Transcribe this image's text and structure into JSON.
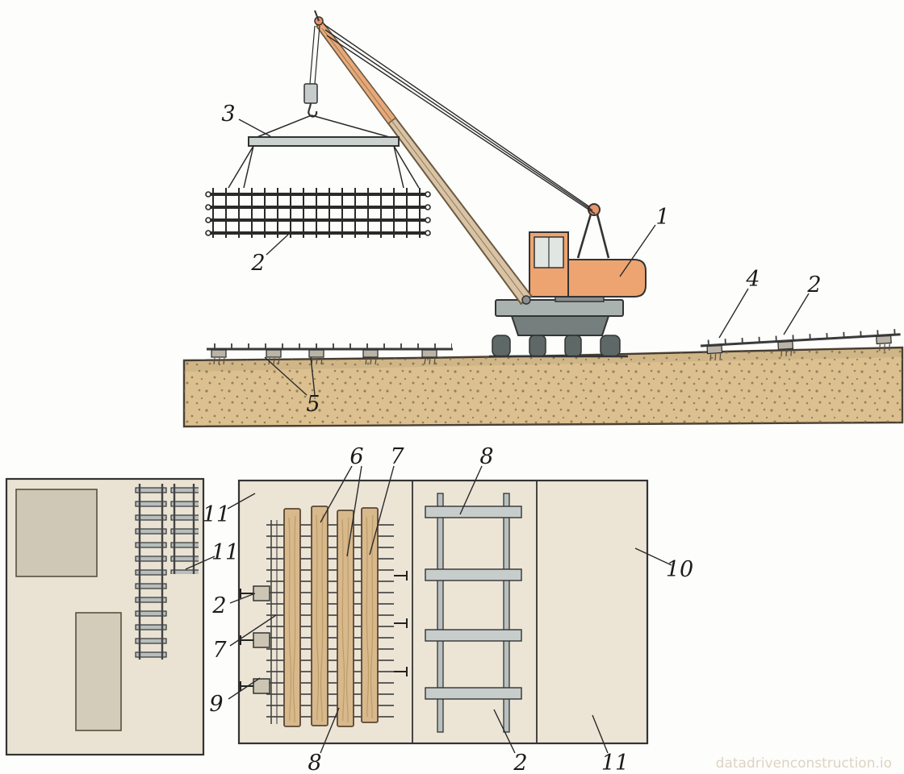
{
  "figure": {
    "watermark": "datadrivenconstruction.io"
  },
  "callouts": [
    {
      "name": "traverse-beam",
      "num": "3"
    },
    {
      "name": "hoisted-mesh",
      "num": "2"
    },
    {
      "name": "crawler-crane",
      "num": "1"
    },
    {
      "name": "support-pad-right",
      "num": "4"
    },
    {
      "name": "ground-mesh-right",
      "num": "2"
    },
    {
      "name": "support-pads-left",
      "num": "5"
    },
    {
      "name": "panel-edge-top",
      "num": "11"
    },
    {
      "name": "wood-planks",
      "num": "6"
    },
    {
      "name": "top-bars",
      "num": "7"
    },
    {
      "name": "ladder-grid-top",
      "num": "8"
    },
    {
      "name": "stored-ladder-mesh",
      "num": "11"
    },
    {
      "name": "spacer-pad",
      "num": "2"
    },
    {
      "name": "side-bars",
      "num": "7"
    },
    {
      "name": "tie-pins",
      "num": "9"
    },
    {
      "name": "empty-panel",
      "num": "10"
    },
    {
      "name": "plank-mesh-bottom",
      "num": "8"
    },
    {
      "name": "ladder-grid-bottom",
      "num": "2"
    },
    {
      "name": "panel-edge-bottom",
      "num": "11"
    }
  ]
}
